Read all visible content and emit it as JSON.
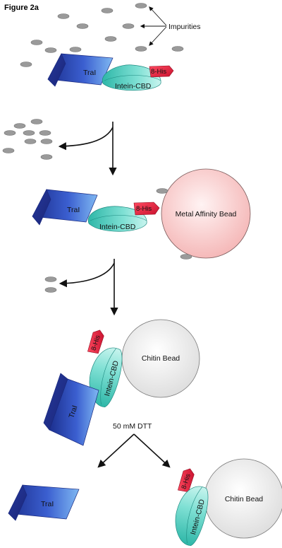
{
  "figure": {
    "title": "Figure 2a",
    "impurities_label": "Impurities",
    "tag_label": "8-His",
    "protein_label": "TraI",
    "intein_label": "Intein-CBD",
    "metal_bead_label": "Metal Affinity Bead",
    "chitin_bead_label": "Chitin Bead",
    "cleavage_label": "50 mM DTT"
  },
  "colors": {
    "protein_blue": "#2a48b8",
    "intein_teal": "#5fcfc0",
    "tag_red": "#e02040",
    "metal_bead_pink": "#f7c3c3",
    "chitin_bead_gray": "#eeeeee",
    "impurity_gray": "#9a9a9a"
  },
  "icons": {
    "impurity": "gray-ellipse-icon",
    "arrow": "curved-arrow-icon"
  }
}
